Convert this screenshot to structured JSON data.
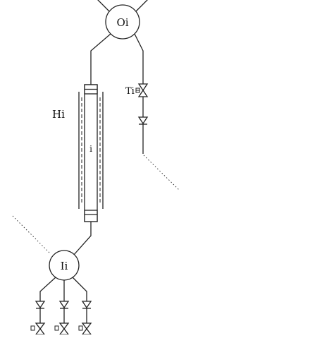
{
  "diagram": {
    "nodes": [
      {
        "id": "top-node",
        "label": "Oi"
      },
      {
        "id": "bottom-node",
        "label": "Ii"
      }
    ],
    "column": {
      "label": "i",
      "side_label": "Hi"
    },
    "valve_label": "Ti"
  }
}
